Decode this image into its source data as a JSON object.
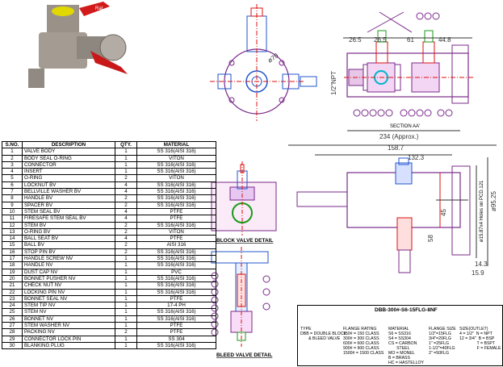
{
  "bom": {
    "headers": [
      "S.NO.",
      "DESCRIPTION",
      "QTY.",
      "MATERIAL"
    ],
    "rows": [
      [
        "1",
        "VALVE BODY",
        "1",
        "SS 316(AISI 316)"
      ],
      [
        "2",
        "BODY SEAL O-RING",
        "1",
        "VITON"
      ],
      [
        "3",
        "CONNECTOR",
        "1",
        "SS 316(AISI 316)"
      ],
      [
        "4",
        "INSERT",
        "1",
        "SS 316(AISI 316)"
      ],
      [
        "5",
        "O-RING",
        "2",
        "VITON"
      ],
      [
        "6",
        "LOCKNUT BV",
        "4",
        "SS 316(AISI 316)"
      ],
      [
        "7",
        "BELLVILLE WASHER BV",
        "4",
        "SS 316(AISI 316)"
      ],
      [
        "8",
        "HANDLE BV",
        "2",
        "SS 316(AISI 316)"
      ],
      [
        "9",
        "SPACER BV",
        "2",
        "SS 316(AISI 316)"
      ],
      [
        "10",
        "STEM SEAL BV",
        "4",
        "PTFE"
      ],
      [
        "11",
        "FIRESAFE STEM SEAL BV",
        "4",
        "PTFE"
      ],
      [
        "12",
        "STEM BV",
        "2",
        "SS 316(AISI 316)"
      ],
      [
        "13",
        "O-RING BV",
        "2",
        "VITON"
      ],
      [
        "14",
        "BALL SEAT BV",
        "4",
        "PTFE"
      ],
      [
        "15",
        "BALL BV",
        "2",
        "AISI 316"
      ],
      [
        "16",
        "STOP PIN BV",
        "2",
        "SS 316(AISI 316)"
      ],
      [
        "17",
        "HANDLE SCREW NV",
        "1",
        "SS 316(AISI 316)"
      ],
      [
        "18",
        "HANDLE NV",
        "1",
        "SS 316(AISI 316)"
      ],
      [
        "19",
        "DUST CAP NV",
        "1",
        "PVC"
      ],
      [
        "20",
        "BONNET PUSHER NV",
        "1",
        "SS 316(AISI 316)"
      ],
      [
        "21",
        "CHECK NUT NV",
        "1",
        "SS 316(AISI 316)"
      ],
      [
        "22",
        "LOCKING PIN NV",
        "1",
        "SS 316(AISI 316)"
      ],
      [
        "23",
        "BONNET SEAL NV",
        "1",
        "PTFE"
      ],
      [
        "24",
        "STEM TIP NV",
        "1",
        "17-4 PH"
      ],
      [
        "25",
        "STEM NV",
        "1",
        "SS 316(AISI 316)"
      ],
      [
        "26",
        "BONNET NV",
        "1",
        "SS 316(AISI 316)"
      ],
      [
        "27",
        "STEM WASHER NV",
        "1",
        "PTFE"
      ],
      [
        "28",
        "PACKING NV",
        "2",
        "PTFE"
      ],
      [
        "29",
        "CONNECTOR LOCK PIN",
        "1",
        "SS 304"
      ],
      [
        "30",
        "BLANKING PLUG",
        "1",
        "SS 316(AISI 316)"
      ]
    ]
  },
  "dimensions": {
    "top_26_5a": "26.5",
    "top_26_5b": "26.5",
    "top_61": "61",
    "top_44_8": "44.8",
    "phi70": "ø70",
    "npt": "1/2\"NPT",
    "section": "SECTION AA'",
    "approx": "234 (Approx.)",
    "d158_7": "158.7",
    "d132_3": "132.3",
    "d45": "45",
    "holes": "ø15.87x4 Holes on PCD.121",
    "phi95": "ø95.25",
    "d58": "58",
    "d14_3": "14.3",
    "d15_9": "15.9"
  },
  "captions": {
    "block": "BLOCK VALVE DETAIL",
    "bleed": "BLEED VALVE DETAIL"
  },
  "code": {
    "title": "DBB-300#-S6-15FLG-8NF",
    "col_type": "TYPE\nDBB = DOUBLE BLOCK\n       & BLEED VALVE",
    "col_flange": "FLANGE RATING\n150# = 150 CLASS\n300# = 300 CLASS\n600# = 600 CLASS\n900# = 900 CLASS\n1500# = 1500 CLASS",
    "col_material": "MATERIAL\nS6 = SS316\nS4 = SS304\nCS = CARBON\n       STEEL\nMO = MONEL\nB = BRASS\nHC = HASTELLOY",
    "col_size": "FLANGE SIZE\n1/2\"=15FLG\n3/4\"=20FLG\n1\" =25FLG\n1-1/2\"=40FLG\n2\" =50FLG",
    "col_outlet": "SIZE(OUTLET)\n4 = 1/2\"  N = NPT\n12 = 3/4\"  B = BSP\n               T = BSPT\n               F = FEMALE"
  },
  "colors": {
    "outline": "#7a2a8a",
    "accent_red": "#d11",
    "accent_blue": "#2255cc",
    "accent_green": "#1a9a1a",
    "accent_cyan": "#00b5cc",
    "yellow": "#e8d400"
  }
}
